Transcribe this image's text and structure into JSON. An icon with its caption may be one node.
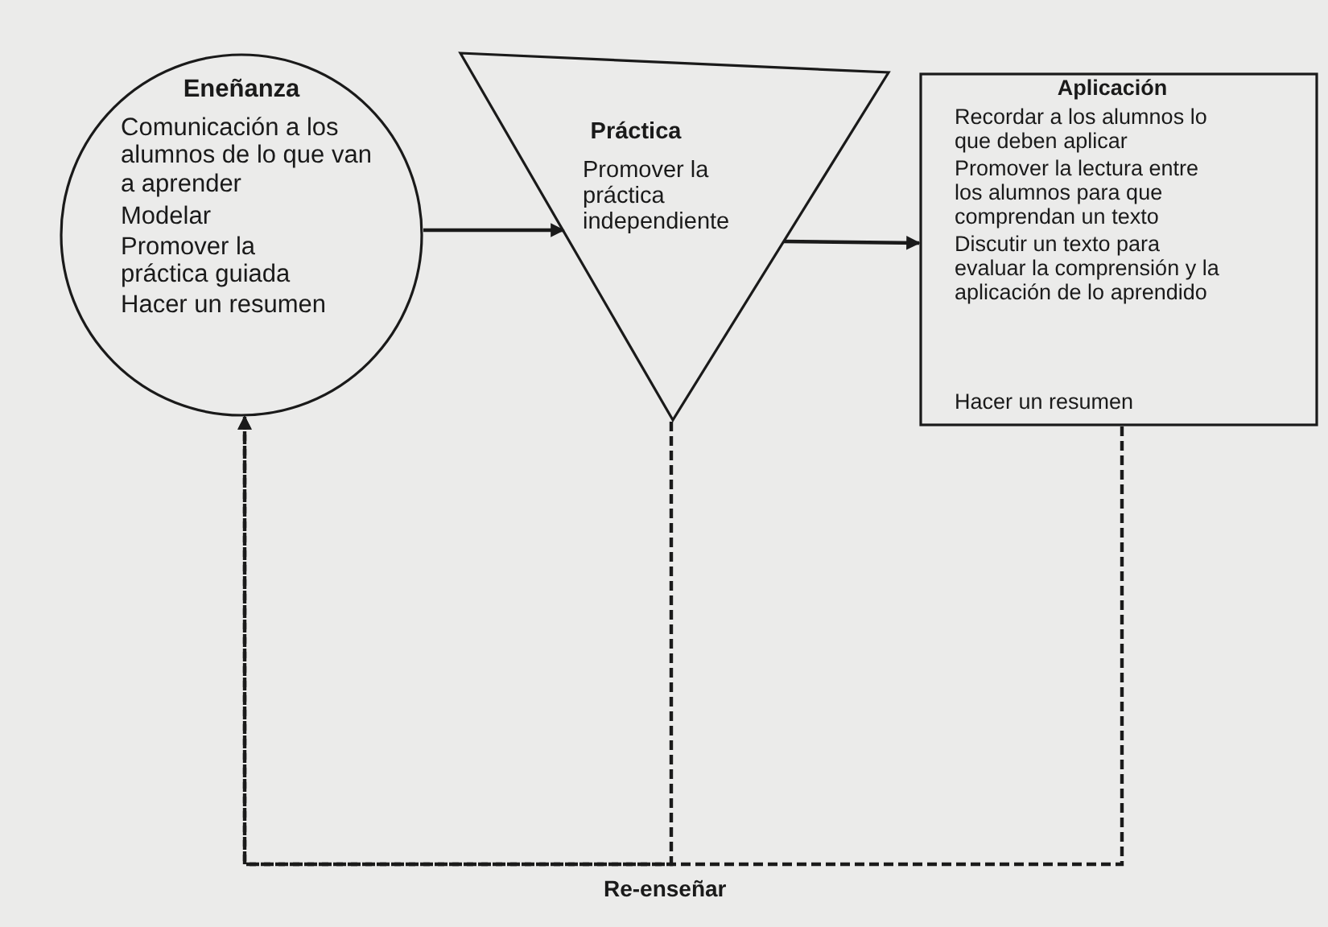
{
  "diagram": {
    "nodes": [
      {
        "text": [
          "Eneñanza",
          "Comunicación a los alumnos de lo que van a aprender",
          "Modelar",
          "Promover la práctica guiada",
          "Hacer un resumen"
        ]
      },
      {
        "text": [
          "Práctica",
          "Promover la práctica independiente"
        ]
      },
      {
        "text": [
          "Aplicación",
          "Recordar a los alumnos lo que deben aplicar",
          "Promover la lectura entre los alumnos para que comprendan un texto",
          "Discutir un texto para evaluar la comprensión y la aplicación de lo aprendido",
          "Hacer un resumen"
        ]
      }
    ],
    "edges": [
      {
        "from": 0,
        "to": 1,
        "arrow": "to"
      },
      {
        "from": 1,
        "to": 2,
        "arrow": "to"
      },
      {
        "from": 1,
        "to": 0,
        "arrow": "to",
        "style": "dashed"
      },
      {
        "from": 2,
        "to": 0,
        "arrow": "to",
        "style": "dashed"
      }
    ],
    "labels": [
      "Re-enseñar"
    ]
  }
}
